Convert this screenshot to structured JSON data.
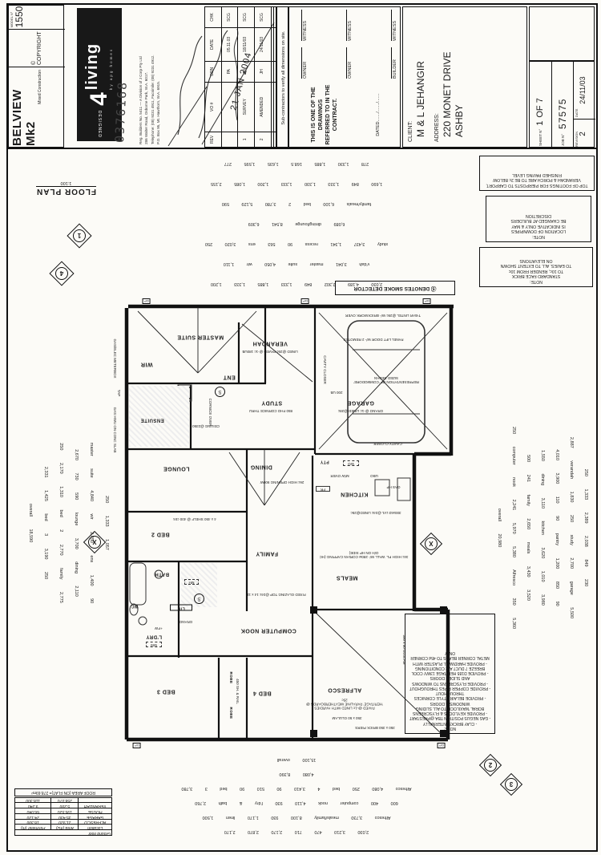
{
  "title_block": {
    "model": {
      "name": "BELVIEW Mk2",
      "construction": "Mixed Construction",
      "model_no_label": "MODEL N°",
      "model_no": "1550",
      "copyright": "© COPYRIGHT"
    },
    "logo": {
      "brand_number": "4",
      "brand_word": "living",
      "tagline": "by apg homes",
      "designed": "DESIGNED",
      "stamp_number": "0376168",
      "address_lines": [
        "Reg. Builders No. 5411 — A Division of J Corp Pty Ltd",
        "286 Walter Road, Osborne Park, W.A. 6017.",
        "Telephone: (08) 9231 4911, Facsimile: (08) 9231 4912.",
        "P.O. Box 95, Mt. Hawthorn, W.A. 6915."
      ]
    },
    "revision_table": {
      "headers": [
        "REV",
        "VO #",
        "DRN",
        "DATE",
        "CHK"
      ],
      "rows": [
        [
          "",
          "",
          "PA",
          "05.11.03",
          "SCG"
        ],
        [
          "1",
          "SURVEY",
          "JH",
          "18/11/03",
          "SCG"
        ],
        [
          "2",
          "AMENDED",
          "JH",
          "24/11/03",
          "SCG"
        ]
      ],
      "date_stamp": "21 JAN 2004"
    },
    "subcontractor_note": "Sub-contractors to verify all dimensions on site.",
    "contract": {
      "statement": "THIS IS ONE OF THE DRAWINGS REFERRED TO IN THE CONTRACT.",
      "dated": "DATED......./......./.......",
      "signature_rows": [
        {
          "left": "OWNER",
          "right": "WITNESS"
        },
        {
          "left": "OWNER",
          "right": "WITNESS"
        },
        {
          "left": "BUILDER",
          "right": "WITNESS"
        }
      ]
    },
    "client": {
      "label": "CLIENT:",
      "name": "M & L JEHANGIR",
      "address_label": "ADDRESS:",
      "address_line1": "220 MONET DRIVE",
      "address_line2": "ASHBY"
    },
    "sheet": {
      "sheet_label": "SHEET N°",
      "sheet_no": "1",
      "of": "OF 7",
      "job_label": "JOB N°",
      "job_no": "57575",
      "revision_label": "REVISION",
      "revision": "2",
      "date_label": "DATE",
      "date": "24/11/03"
    }
  },
  "plan": {
    "title": "FLOOR PLAN",
    "scale": "1:100",
    "legend": "Ⓢ DENOTES SMOKE DETECTOR",
    "note_footings": "TOP OF FOOTINGS FOR PIERPOSTS TO CARPORT, VERANDAH & PORCH ARE TO BE 2c BELOW FINISHED PAVING LEVEL",
    "note_downpipes": [
      "NOTE:",
      "LOCATION OF DOWNPIPES",
      "IS INDICATIVE ONLY & MAY",
      "BE CHANGED AT BUILDERS",
      "DISCRETION"
    ],
    "note_brick": [
      "NOTE:",
      "STANDARD FACE BRICK",
      "TO 10c, RENDER FROM 10c",
      "TO EAVES. ALL TO EXTENT SHOWN",
      "ON ELEVATIONS"
    ],
    "note_general": [
      "NOTE:",
      "- CLAY BRICKS INTERNALLY",
      "- GAS NEGUS POSITION TBA @PRESTART",
      "- PROVIDE KEYLOCKS & FLYSCREENS BORAL 'MAXILOCK' TO ALL SLIDING WINDOWS & DOORS",
      "- PROVIDE BELAIR STYLE CORNICES THROUGHOUT",
      "- PROVIDE COPPER PIPES THROUGHOUT",
      "- PROVIDE FLYSCREENS TO WINDOWS AND SLIDER DOORS",
      "- PROVIDE D185 HERITAGE 13WV COOL BREEZE 7 DUCT AIR CONDITIONING",
      "- PROVIDE HARDWALL PLASTER WITH METAL CORNER BEADS TO 45d CORNER ONLY"
    ],
    "markers": {
      "m1": "1",
      "m4": "4",
      "mx_left": "X",
      "mx_right": "X",
      "m2": "2",
      "m3": "3"
    },
    "rooms": {
      "master_suite": "MASTER SUITE",
      "wir": "WIR",
      "ensuite": "ENSUITE",
      "ent": "ENT",
      "verandah": "VERANDAH",
      "verandah_sub": "LINED @25c PAVED @-1c 180UB",
      "study": "STUDY",
      "study_sub": "850 FHO CORNICE THRU",
      "garage": "GARAGE",
      "garage_sub": "GRANO @-1c LINED @28c",
      "lounge": "LOUNGE",
      "dining": "DINING",
      "kitchen": "KITCHEN",
      "pty": "PTY",
      "bed2": "BED 2",
      "family": "FAMILY",
      "meals": "MEALS",
      "bath": "BATH",
      "wc": "WC",
      "ldry": "L'DRY",
      "lin": "LIN",
      "computer_nook": "COMPUTER NOOK",
      "bed3": "BED 3",
      "bed4": "BED 4",
      "robe1": "ROBE",
      "robe2": "ROBE",
      "alfresco": "ALFRESCO",
      "alfresco_sub": "PAVED @-1c LINED WITH HARDIES 'HERITAGE' PARALINE WEATHERBOARDS @ 25c"
    },
    "annotations": {
      "ceiling": "CEILING @2350",
      "cornice_over": "CORNICE OVER",
      "tbar": "T-BAR LINTEL @28c W/- BRICKWORK OVER",
      "panel_door": "PANEL LIFT DOOR W/- 2 REMOTES",
      "cavity_closer1": "CAVITY CLOSER",
      "cavity_closer2": "CAVITY CLOSER",
      "car": "REPRESENTATION OF 'COMMODORE' SIZED SEDAN",
      "ub200": "200 UB",
      "fixed_glazing": "FIXED GLAZING TOP @24c  14 x 11",
      "lvl": "300x63 LVL @24c LINED@25c",
      "pl_wall": "34c HIGH PL. WALL W/- 280w CORIAN CAPPING (HC O/H ON HP SIDE)",
      "high_opening": "26c HIGH OPENING  900W",
      "shelf": "4 x 450 SHELF @ 400 ctrs",
      "sh_rail": "450 SH. & RAIL",
      "meterbox": "GAS/ELEC METERBOX",
      "tap": "TAP",
      "hwu": "GAS HWU ON CONC SLAB",
      "glulam1": "350 x 50 GLULAM",
      "glulam2": "350 x 50 GLULAM",
      "piers": "350 x 350 BRICK PIERS",
      "wo": "WO",
      "mw": "M/W OVER",
      "fr": "FR",
      "ubo": "UBO",
      "gas_hp": "GAS HP",
      "wm": "WM",
      "fw": "+FW",
      "mh": "MH",
      "grano": "GRANO",
      "dp": "DP"
    },
    "dimensions": {
      "top_rows": [
        "2,030  4,189  2,302  849  1,333  1,885  1,333  1,200",
        "v'dah 3,041   master suite 4,050   wir 1,110",
        "study 3,437   1,341 recess  90  563   ens 3,020   250",
        "6,089   dining/lounge 8,541   6,309",
        "family/meals 6,100   bed 2 3,780   5,129   590",
        "1,690  849  1,333  1,330  1,333  1,200  1,085  2,155",
        "278  1,330  1,885  168.5  1,635  1,595  277"
      ],
      "bottom_rows": [
        "2,030  3,210  470  710  2,170  2,870  2,170",
        "Alfresco 3,730   meals/family 8,100   930  1,170 linen  1,500",
        "600  400   computer nook 4,110   930   l'dry & bath 2,760",
        "Alfresco 4,080   250   bed 4 3,410   90 510 90   bed 3 3,780",
        "4,080   8,390",
        "15,100 overall"
      ],
      "left_col": [
        "250  1,333  1,057",
        "master suite 4,840   wir 2,450   ens 1,400   90",
        "2,670   730   590   lounge 3,700   dining 2,110",
        "250   2,170   1,310   bed 2 2,770   family 2,775",
        "2,331   1,425   bed 3 3,190   250",
        "overall 18,590"
      ],
      "right_col": [
        "250  1,333  2,389  2,038  849  230",
        "2,887   verandah 1,830   250   study 2,700   garage 5,500",
        "4,010   3,900   110  90   pantry 1,200   850  90",
        "1,550   dining 3,110   kitchen 3,620   1,010   3,980",
        "500  241 family   2,650   meals 3,430   3,520",
        "250   computer nook 2,241   5,970   5,380   Alfresco 350   5,360",
        "overall 20,980"
      ]
    }
  },
  "area_table": {
    "caption": "Ground floor",
    "headers": [
      "Location",
      "Area (m2)",
      "Perimeter (m)"
    ],
    "rows": [
      [
        "ALFRESCO",
        "21.920",
        "18.300"
      ],
      [
        "GARAGE",
        "35.430",
        "24.120"
      ],
      [
        "HOUSE",
        "195.520",
        "66.040"
      ],
      [
        "VERANDAH",
        "5.200",
        "9.240"
      ],
      [
        "",
        "258.070",
        "118.300"
      ]
    ],
    "roof_line": "ROOF AREA (ON FLAT)= 278.69m²"
  }
}
